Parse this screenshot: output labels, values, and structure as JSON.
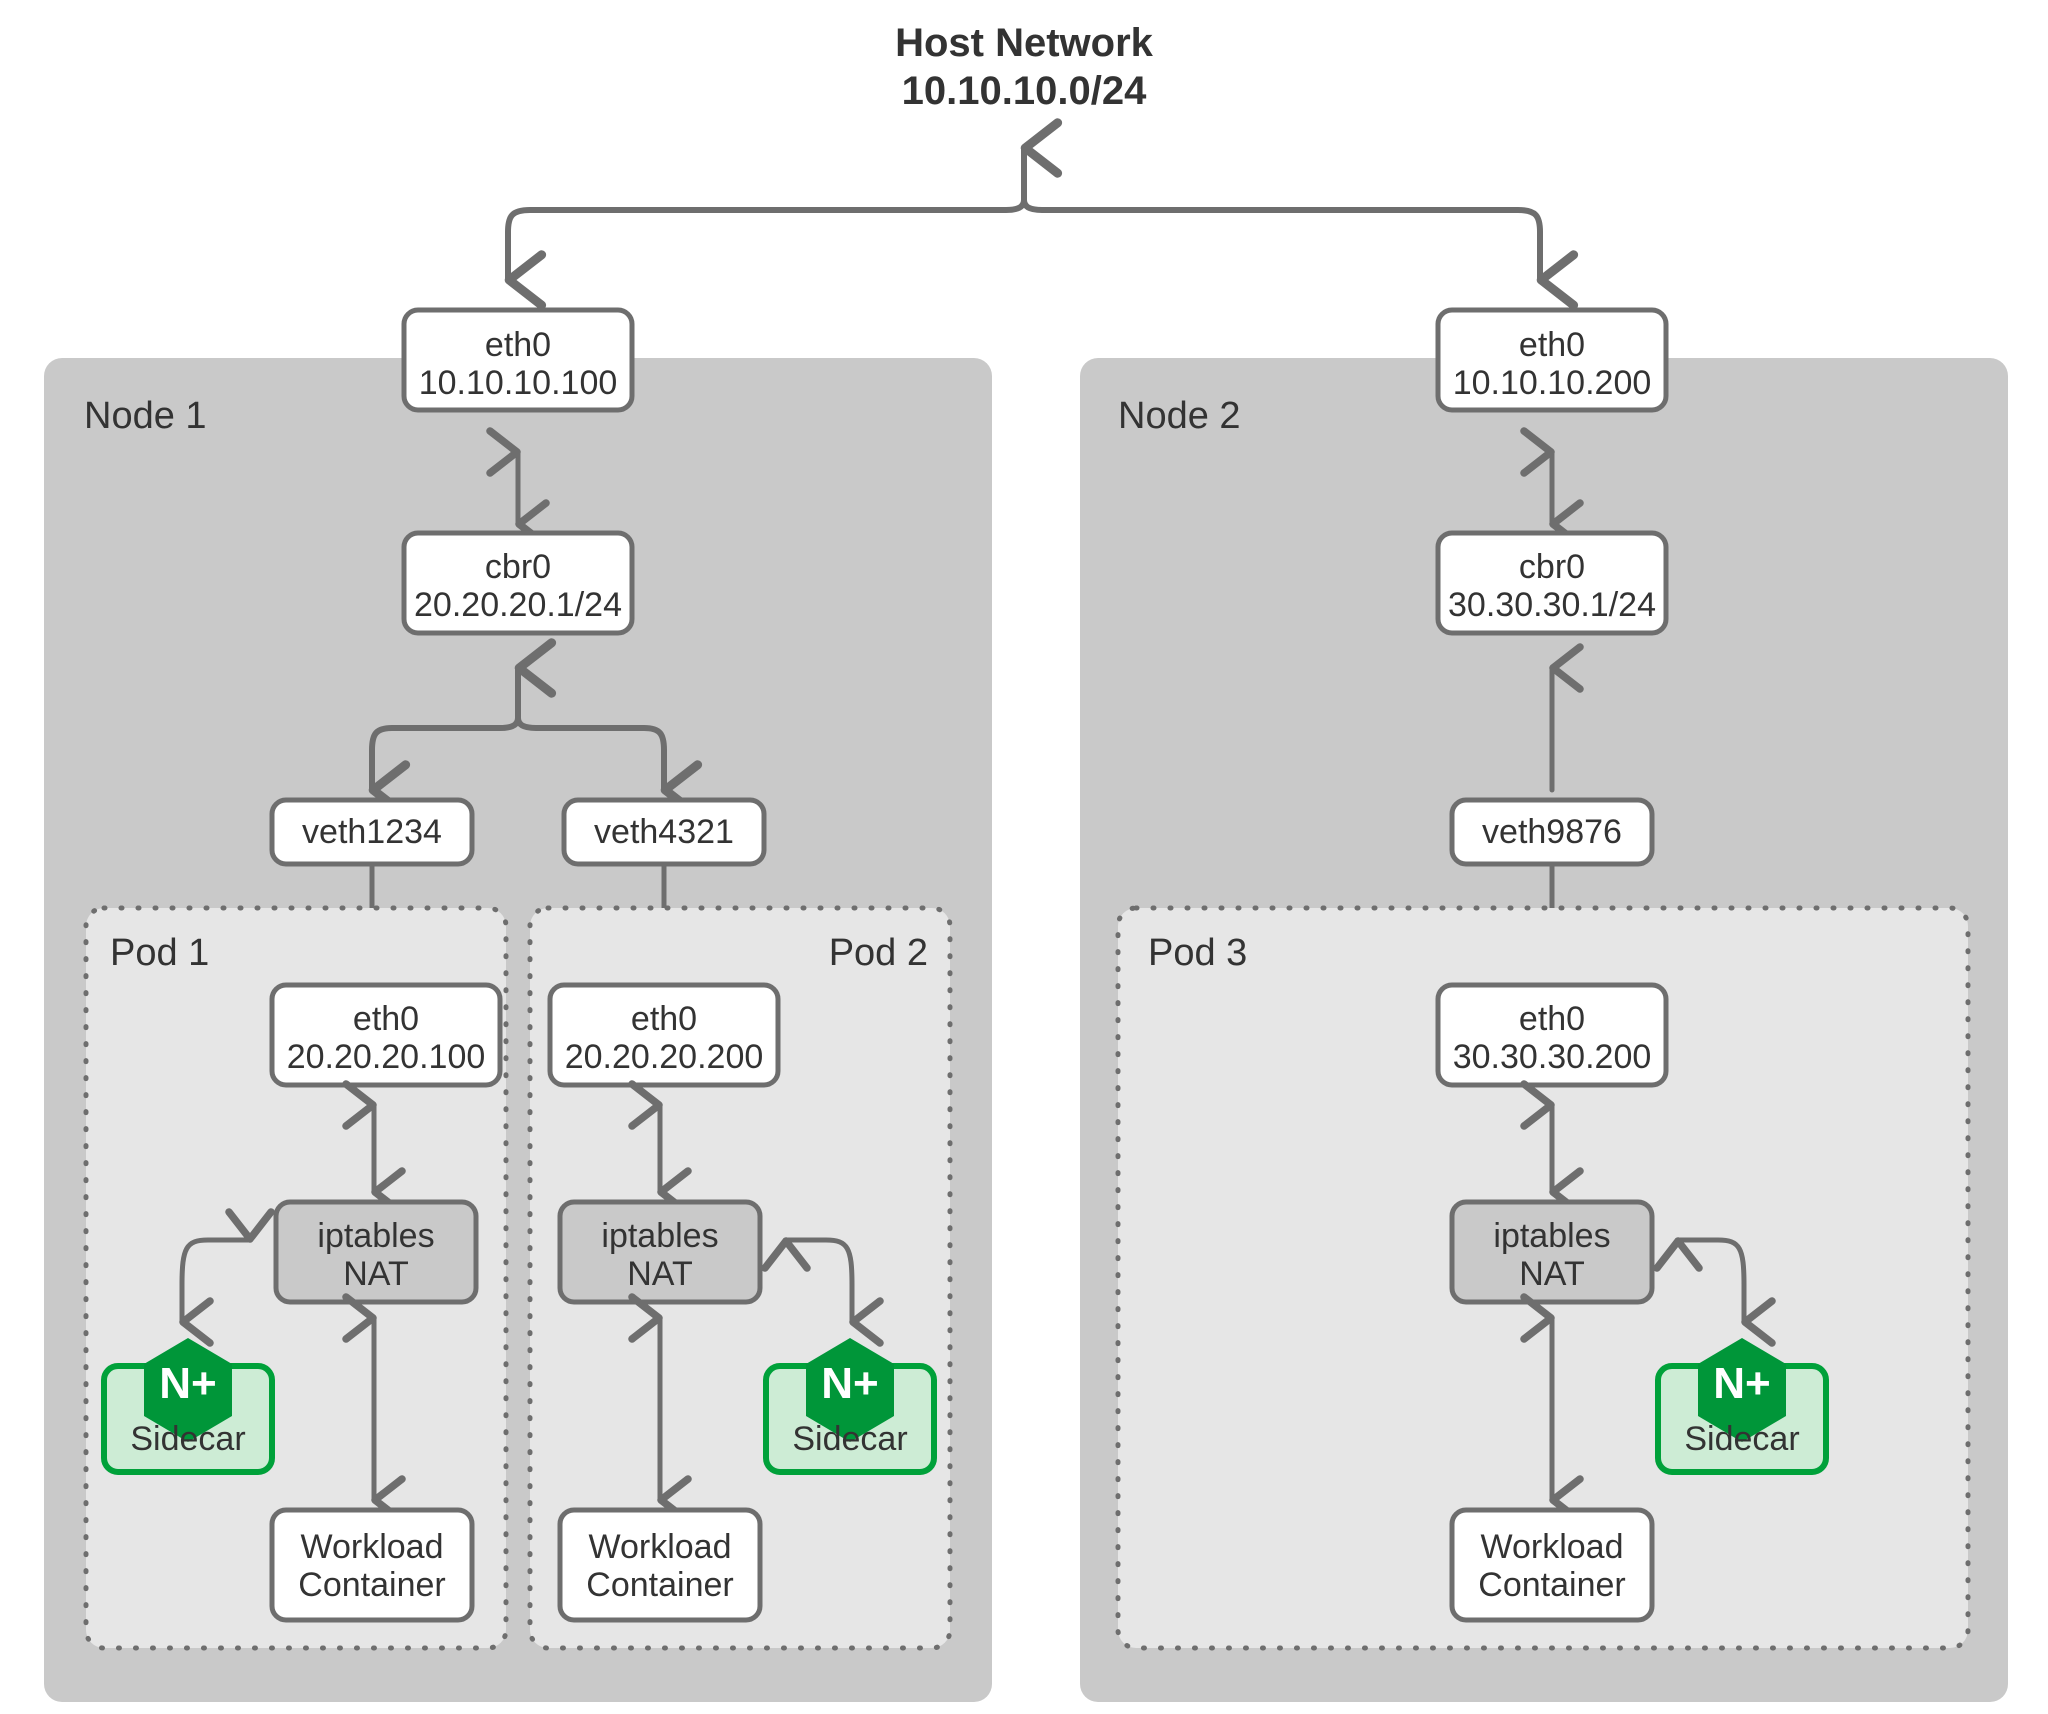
{
  "diagram": {
    "title_line1": "Host Network",
    "title_line2": "10.10.10.0/24",
    "colors": {
      "node_panel": "#c9c9c9",
      "pod_panel": "#e6e6e6",
      "box_stroke": "#6e6e6e",
      "nat_fill": "#c9c9c9",
      "sidecar_fill": "#cdecd5",
      "sidecar_stroke": "#00a13a",
      "nginx_green": "#009639",
      "text": "#333333",
      "background": "#ffffff"
    }
  },
  "nodes": [
    {
      "label": "Node 1",
      "eth0_name": "eth0",
      "eth0_ip": "10.10.10.100",
      "bridge_name": "cbr0",
      "bridge_ip": "20.20.20.1/24",
      "veths": [
        "veth1234",
        "veth4321"
      ],
      "pods": [
        {
          "label": "Pod 1",
          "eth0_name": "eth0",
          "eth0_ip": "20.20.20.100",
          "nat_line1": "iptables",
          "nat_line2": "NAT",
          "sidecar_label": "Sidecar",
          "sidecar_badge": "N+",
          "workload_line1": "Workload",
          "workload_line2": "Container",
          "sidecar_side": "left"
        },
        {
          "label": "Pod 2",
          "eth0_name": "eth0",
          "eth0_ip": "20.20.20.200",
          "nat_line1": "iptables",
          "nat_line2": "NAT",
          "sidecar_label": "Sidecar",
          "sidecar_badge": "N+",
          "workload_line1": "Workload",
          "workload_line2": "Container",
          "sidecar_side": "right"
        }
      ]
    },
    {
      "label": "Node 2",
      "eth0_name": "eth0",
      "eth0_ip": "10.10.10.200",
      "bridge_name": "cbr0",
      "bridge_ip": "30.30.30.1/24",
      "veths": [
        "veth9876"
      ],
      "pods": [
        {
          "label": "Pod 3",
          "eth0_name": "eth0",
          "eth0_ip": "30.30.30.200",
          "nat_line1": "iptables",
          "nat_line2": "NAT",
          "sidecar_label": "Sidecar",
          "sidecar_badge": "N+",
          "workload_line1": "Workload",
          "workload_line2": "Container",
          "sidecar_side": "right"
        }
      ]
    }
  ]
}
